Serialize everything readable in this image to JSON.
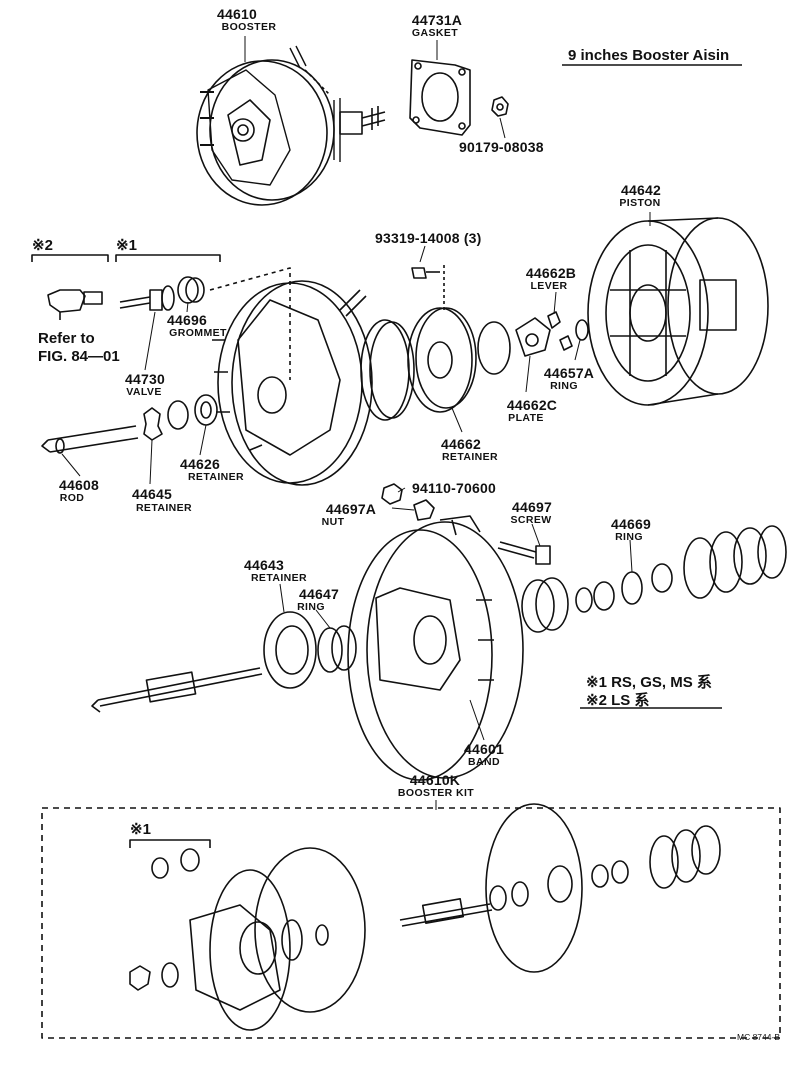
{
  "header": {
    "title": "9 inches Booster Aisin"
  },
  "parts": {
    "booster": {
      "num": "44610",
      "name": "BOOSTER"
    },
    "gasket": {
      "num": "44731A",
      "name": "GASKET"
    },
    "nut_90179": {
      "num": "90179-08038"
    },
    "piston": {
      "num": "44642",
      "name": "PISTON"
    },
    "bolt_93319": {
      "num": "93319-14008 (3)"
    },
    "lever": {
      "num": "44662B",
      "name": "LEVER"
    },
    "grommet": {
      "num": "44696",
      "name": "GROMMET"
    },
    "valve": {
      "num": "44730",
      "name": "VALVE"
    },
    "ring_44657a": {
      "num": "44657A",
      "name": "RING"
    },
    "plate": {
      "num": "44662C",
      "name": "PLATE"
    },
    "retainer_44662": {
      "num": "44662",
      "name": "RETAINER"
    },
    "retainer_44626": {
      "num": "44626",
      "name": "RETAINER"
    },
    "rod": {
      "num": "44608",
      "name": "ROD"
    },
    "retainer_44645": {
      "num": "44645",
      "name": "RETAINER"
    },
    "nut_94110": {
      "num": "94110-70600"
    },
    "nut_44697a": {
      "num": "44697A",
      "name": "NUT"
    },
    "screw": {
      "num": "44697",
      "name": "SCREW"
    },
    "ring_44669": {
      "num": "44669",
      "name": "RING"
    },
    "retainer_44643": {
      "num": "44643",
      "name": "RETAINER"
    },
    "ring_44647": {
      "num": "44647",
      "name": "RING"
    },
    "band": {
      "num": "44601",
      "name": "BAND"
    },
    "booster_kit": {
      "num": "44610K",
      "name": "BOOSTER KIT"
    }
  },
  "refs": {
    "mark2": "※2",
    "mark1": "※1",
    "mark1_kit": "※1",
    "refer_line1": "Refer to",
    "refer_line2": "FIG. 84—01"
  },
  "notes": {
    "note1": "※1 RS, GS, MS 系",
    "note2": "※2 LS 系"
  },
  "footer": {
    "code": "MC  8744-B"
  }
}
